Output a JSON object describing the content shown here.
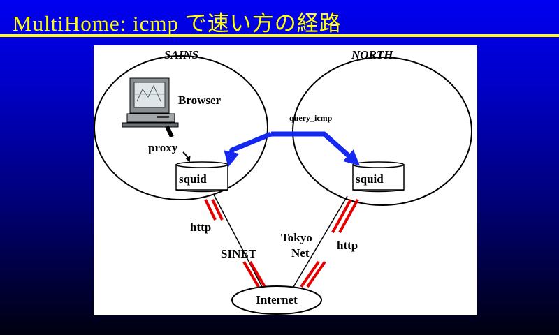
{
  "title": "MultiHome: icmp で速い方の経路",
  "diagram": {
    "sites": {
      "left": "SAINS",
      "right": "NORTH"
    },
    "nodes": {
      "browser": "Browser",
      "squid_left": "squid",
      "squid_right": "squid",
      "internet": "Internet"
    },
    "edge_labels": {
      "proxy": "proxy",
      "query_icmp": "query_icmp",
      "http_left": "http",
      "http_right": "http",
      "sinet": "SINET",
      "tokyo_net_line1": "Tokyo",
      "tokyo_net_line2": "Net"
    },
    "colors": {
      "title": "#ffff00",
      "query_arrow": "#1428f0",
      "http_link": "#e80000"
    }
  }
}
